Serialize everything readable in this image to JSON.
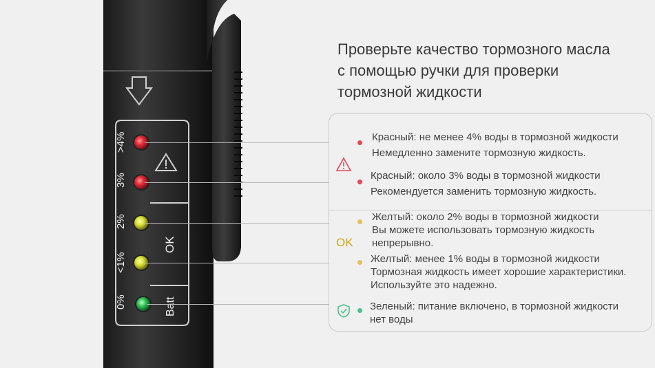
{
  "headline": [
    "Проверьте качество тормозного масла",
    "с помощью ручки для проверки",
    "тормозной жидкости"
  ],
  "pen_labels": {
    "level_4": ">4%",
    "level_3": "3%",
    "level_2": "2%",
    "level_1": "<1%",
    "level_0": "0%",
    "ok": "OK",
    "batt": "Batt"
  },
  "categories": {
    "ok": "OK"
  },
  "legend": [
    {
      "lines": [
        "Красный: не менее 4% воды в тормозной жидкости",
        "Немедленно замените тормозную жидкость."
      ],
      "color": "#e04a5a"
    },
    {
      "lines": [
        "Красный: около 3% воды в тормозной жидкости",
        "Рекомендуется заменить тормозную жидкость."
      ],
      "color": "#e04a5a"
    },
    {
      "lines": [
        "Желтый: около 2% воды в тормозной жидкости",
        "Вы можете использовать тормозную жидкость",
        "непрерывно."
      ],
      "color": "#e2c25a"
    },
    {
      "lines": [
        "Желтый: менее 1% воды в тормозной жидкости",
        "Тормозная жидкость имеет хорошие характеристики.",
        "Используйте это надежно."
      ],
      "color": "#e2c25a"
    },
    {
      "lines": [
        "Зеленый: питание включено, в тормозной жидкости",
        "нет воды"
      ],
      "color": "#4cc08a"
    }
  ],
  "colors": {
    "red_led": "#e8303c",
    "yellow_led": "#d8e030",
    "green_led": "#2fbf55",
    "warning": "#e04a5a",
    "ok": "#d4a617",
    "shield": "#4cc08a"
  },
  "icons": [
    "warning-triangle-icon",
    "shield-check-icon",
    "down-arrow-icon",
    "warning-icon"
  ]
}
